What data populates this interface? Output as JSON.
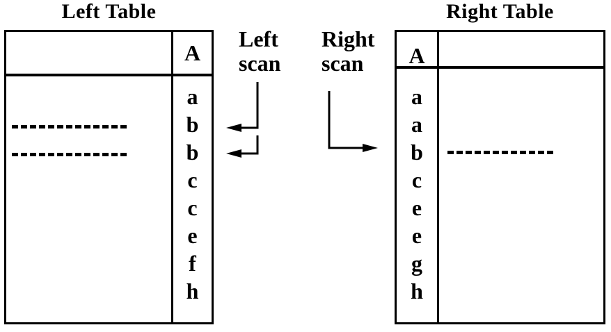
{
  "left_table": {
    "title": "Left Table",
    "key_header": "A",
    "keys": [
      "a",
      "b",
      "b",
      "c",
      "c",
      "e",
      "f",
      "h"
    ],
    "match_line_rows": [
      2,
      3
    ]
  },
  "right_table": {
    "title": "Right Table",
    "key_header": "A",
    "keys": [
      "a",
      "a",
      "b",
      "c",
      "e",
      "e",
      "g",
      "h"
    ],
    "match_line_rows": [
      3
    ]
  },
  "labels": {
    "left_scan_line1": "Left",
    "left_scan_line2": "scan",
    "right_scan_line1": "Right",
    "right_scan_line2": "scan"
  },
  "colors": {
    "ink": "#000000",
    "background": "#ffffff"
  }
}
